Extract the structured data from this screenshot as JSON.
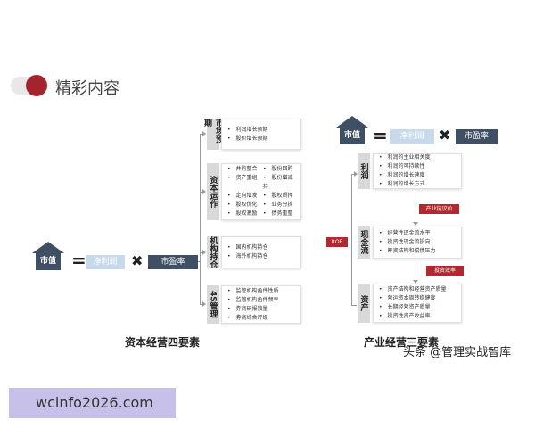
{
  "header": {
    "title": "精彩内容",
    "accent": "#a3242c"
  },
  "formula": {
    "value": "市值",
    "eq": "=",
    "profit": "净利润",
    "times": "✖",
    "pe": "市盈率"
  },
  "left": {
    "caption": "资本经营四要素",
    "boxes": [
      {
        "label": "市场预期",
        "items": [
          "利润增长预期",
          "股价增长预期"
        ]
      },
      {
        "label": "资本运作",
        "items": [
          "并购整合",
          "股份回购",
          "资产重组",
          "股份增减持",
          "定向增发",
          "股权质押",
          "股权优化",
          "业务分拆",
          "股权激励",
          "债务重整"
        ]
      },
      {
        "label": "机构持仓",
        "items": [
          "国内机构持仓",
          "海外机构持仓"
        ]
      },
      {
        "label": "4S管理",
        "items": [
          "监管机构函件性质",
          "监管机构函件频率",
          "券商研报数量",
          "券商综合评级"
        ]
      }
    ]
  },
  "right": {
    "caption": "产业经营三要素",
    "roe": "ROE",
    "tags": [
      "产业链议价",
      "投资效率"
    ],
    "boxes": [
      {
        "label": "利润",
        "items": [
          "利润的主业相关度",
          "利润的可持续性",
          "利润的增长速度",
          "利润的增长方式"
        ]
      },
      {
        "label": "现金流",
        "items": [
          "经营性现金流水平",
          "投资性现金流投向",
          "筹资结构和偿债压力"
        ]
      },
      {
        "label": "资产",
        "items": [
          "资产结构和经营资产质量",
          "营运资本周转稳健度",
          "长期经营资产质量",
          "投资性资产收益率"
        ]
      }
    ]
  },
  "watermark": "头条 @管理实战智库",
  "footer": {
    "url": "wcinfo2026.com"
  }
}
